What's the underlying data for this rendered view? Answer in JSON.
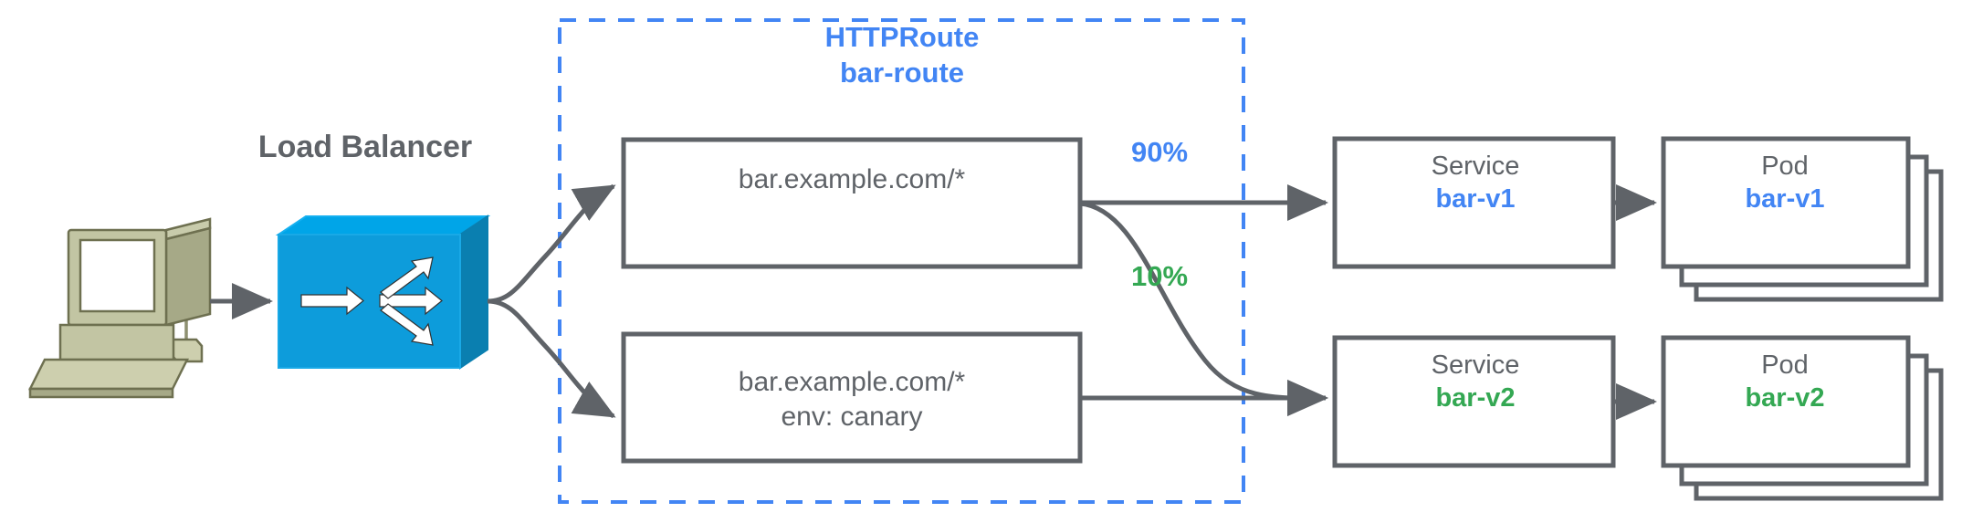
{
  "diagram": {
    "title": "HTTPRoute bar-route traffic split canary diagram",
    "colors": {
      "blue_accent": "#4285f4",
      "green_accent": "#34a853",
      "gray_stroke": "#5f6368",
      "lb_box_blue": "#0d9cdb",
      "lb_box_blue_dark": "#0a7fb0",
      "lb_box_blue_light": "#00a0e4",
      "computer_body": "#b5b893",
      "computer_shade": "#9a9d7a",
      "background": "#ffffff"
    }
  },
  "client": {
    "icon": "computer-workstation-icon",
    "label": ""
  },
  "load_balancer": {
    "label": "Load Balancer",
    "icon": "network-switch-icon"
  },
  "httproute": {
    "kind_label": "HTTPRoute",
    "name_label": "bar-route",
    "rules": [
      {
        "id": "rule-primary",
        "match": "bar.example.com/*",
        "header": ""
      },
      {
        "id": "rule-canary",
        "match": "bar.example.com/*",
        "header": "env: canary"
      }
    ]
  },
  "weights": [
    {
      "id": "weight-90",
      "label": "90%",
      "value": 90,
      "color": "#4285f4"
    },
    {
      "id": "weight-10",
      "label": "10%",
      "value": 10,
      "color": "#34a853"
    }
  ],
  "services": [
    {
      "id": "service-bar-v1",
      "kind": "Service",
      "name": "bar-v1",
      "color": "#4285f4"
    },
    {
      "id": "service-bar-v2",
      "kind": "Service",
      "name": "bar-v2",
      "color": "#34a853"
    }
  ],
  "pods": [
    {
      "id": "pod-bar-v1",
      "kind": "Pod",
      "name": "bar-v1",
      "color": "#4285f4",
      "replicas": 3
    },
    {
      "id": "pod-bar-v2",
      "kind": "Pod",
      "name": "bar-v2",
      "color": "#34a853",
      "replicas": 3
    }
  ]
}
